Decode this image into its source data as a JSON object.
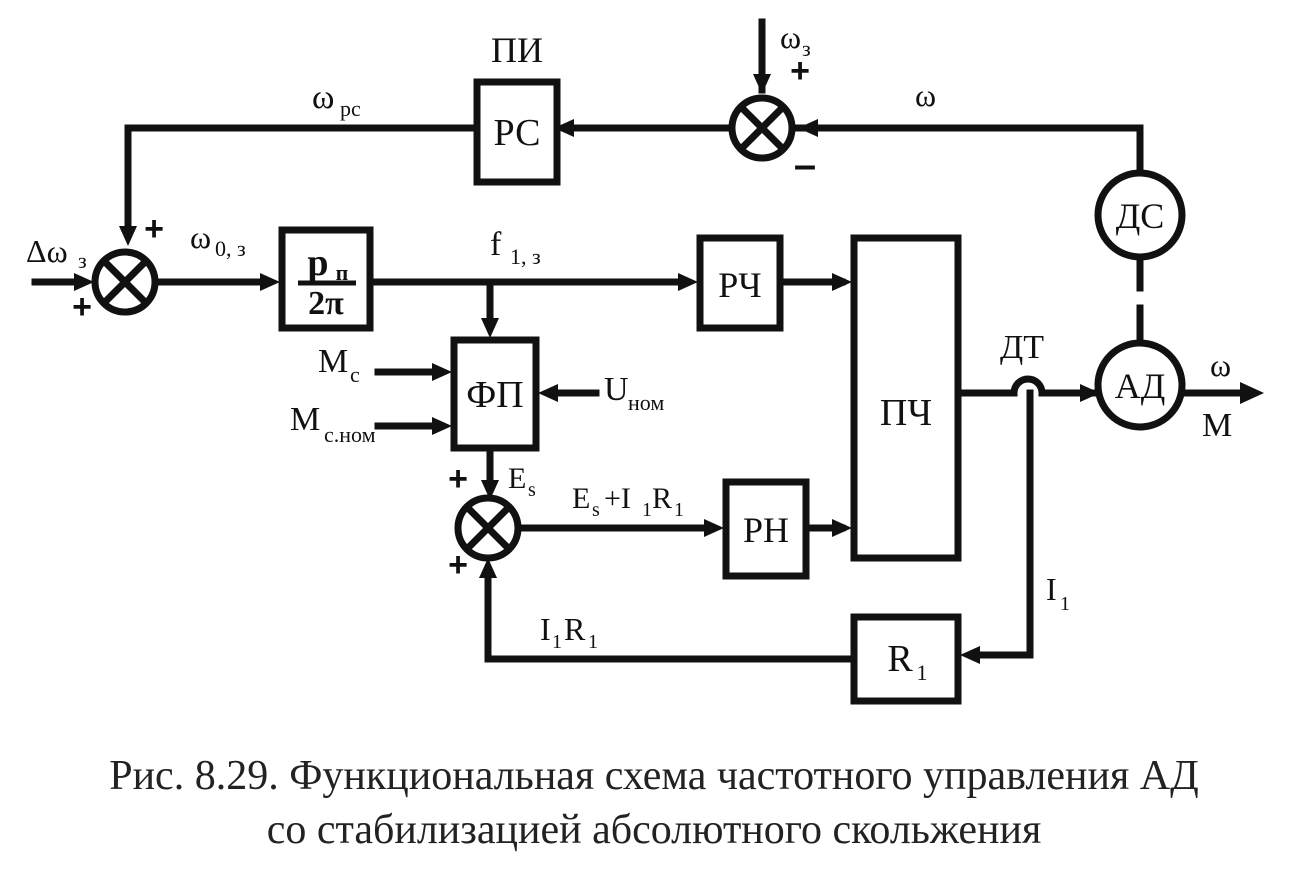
{
  "blocks": {
    "pc": "РС",
    "pi_label": "ПИ",
    "gain_num": "p",
    "gain_num_sub": "п",
    "gain_den": "2π",
    "pch_reg": "РЧ",
    "fp": "ФП",
    "pn": "РН",
    "converter": "ПЧ",
    "r1_main": "R",
    "r1_sub": "1",
    "ds": "ДС",
    "ad": "АД"
  },
  "signals": {
    "omega_rs": "ω",
    "omega_rs_sub": "рс",
    "omega_z": "ω",
    "omega_z_sub": "з",
    "omega_fb": "ω",
    "delta_omega": "Δω",
    "delta_omega_sub": "з",
    "omega0": "ω",
    "omega0_sub": "0, з",
    "f1": "f",
    "f1_sub": "1, з",
    "mc": "М",
    "mc_sub": "с",
    "mcnom": "М",
    "mcnom_sub": "с.ном",
    "unom": "U",
    "unom_sub": "ном",
    "es": "E",
    "es_sub": "s",
    "es_ir_a": "E",
    "es_ir_a_sub": "s",
    "es_ir_b": "+I",
    "es_ir_b_sub": "1",
    "es_ir_c": "R",
    "es_ir_c_sub": "1",
    "i1r1_a": "I",
    "i1r1_a_sub": "1",
    "i1r1_b": "R",
    "i1r1_b_sub": "1",
    "i1": "I",
    "i1_sub": "1",
    "dt": "ДТ",
    "out_omega": "ω",
    "out_m": "М"
  },
  "signs": {
    "plus": "+",
    "minus": "–"
  },
  "caption": {
    "line1": "Рис. 8.29. Функциональная схема частотного управления АД",
    "line2": "со стабилизацией абсолютного скольжения"
  }
}
